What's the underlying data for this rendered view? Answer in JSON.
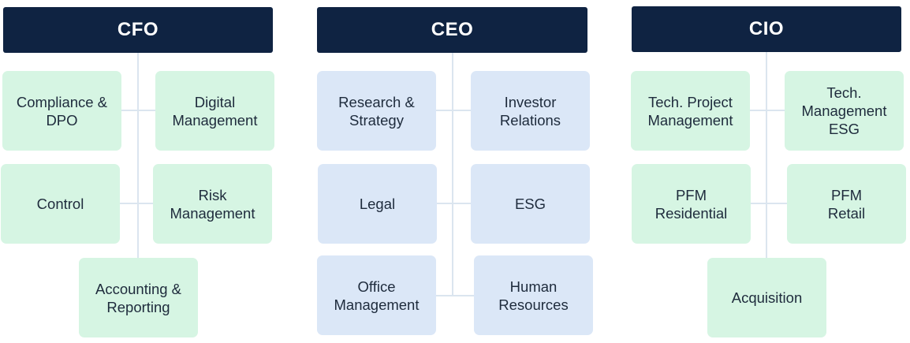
{
  "columns": {
    "cfo": {
      "title": "CFO",
      "color": "#d6f5e3",
      "units": [
        "Compliance &\nDPO",
        "Digital\nManagement",
        "Control",
        "Risk\nManagement",
        "Accounting &\nReporting"
      ]
    },
    "ceo": {
      "title": "CEO",
      "color": "#dbe7f7",
      "units": [
        "Research &\nStrategy",
        "Investor\nRelations",
        "Legal",
        "ESG",
        "Office\nManagement",
        "Human\nResources"
      ]
    },
    "cio": {
      "title": "CIO",
      "color": "#d6f5e3",
      "units": [
        "Tech. Project\nManagement",
        "Tech.\nManagement\nESG",
        "PFM\nResidential",
        "PFM\nRetail",
        "Acquisition"
      ]
    }
  },
  "colors": {
    "header_bg": "#0f2342",
    "connector": "#dbe5ef"
  }
}
